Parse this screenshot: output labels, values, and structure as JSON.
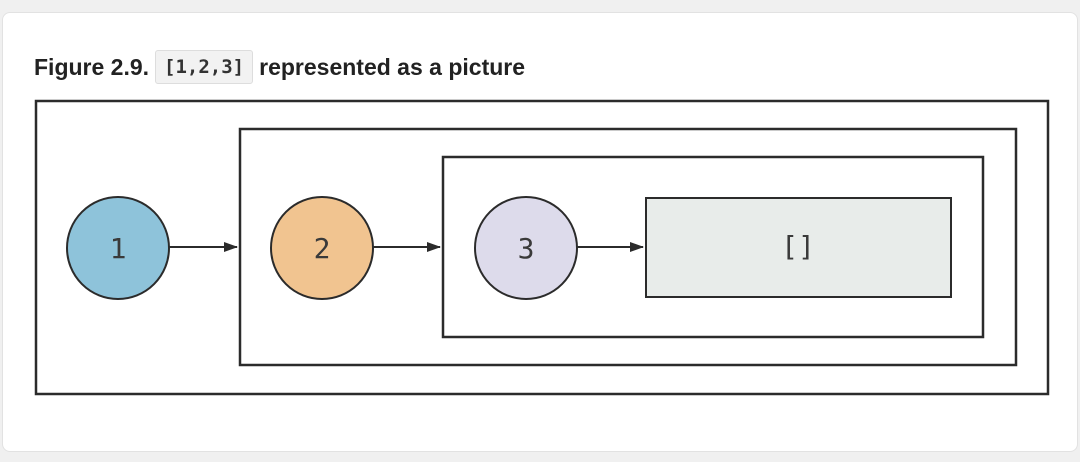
{
  "figure": {
    "label": "Figure 2.9.",
    "code": "[1,2,3]",
    "text": "represented as a picture"
  },
  "diagram": {
    "nodes": [
      {
        "value": "1",
        "color": "#8ec3da"
      },
      {
        "value": "2",
        "color": "#f1c490"
      },
      {
        "value": "3",
        "color": "#dddbeb"
      }
    ],
    "empty_list": {
      "value": "[]",
      "color": "#e8ecea"
    },
    "line_color": "#2b2b2b"
  }
}
